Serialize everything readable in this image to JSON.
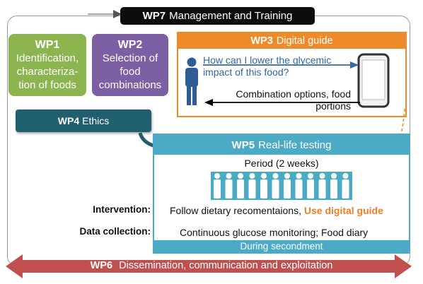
{
  "wp7": {
    "code": "WP7",
    "title": "Management and Training"
  },
  "wp1": {
    "code": "WP1",
    "title": "Identification, characteriza-tion of foods"
  },
  "wp2": {
    "code": "WP2",
    "title": "Selection of food combinations"
  },
  "wp3": {
    "code": "WP3",
    "title": "Digital guide",
    "question": "How can I lower the glycemic impact of this food?",
    "answer": "Combination options, food portions"
  },
  "wp4": {
    "code": "WP4",
    "title": "Ethics"
  },
  "wp5": {
    "code": "WP5",
    "title": "Real-life testing",
    "period": "Period (2 weeks)",
    "intervention_label": "Intervention:",
    "intervention_text": "Follow dietary recomentaions,",
    "intervention_highlight": "Use digital guide",
    "data_label": "Data collection:",
    "data_text": "Continuous glucose monitoring; Food diary",
    "footer": "During secondment"
  },
  "wp6": {
    "code": "WP6",
    "title": "Dissemination, communication and exploitation"
  },
  "colors": {
    "orange": "#ef8a2a",
    "teal": "#4baac6",
    "green": "#8db54f",
    "purple": "#7d5fa4",
    "red": "#c0504d",
    "dark_teal": "#1f5f6e"
  },
  "icons": [
    "person-icon",
    "smartphone-icon",
    "people-group-icon"
  ]
}
